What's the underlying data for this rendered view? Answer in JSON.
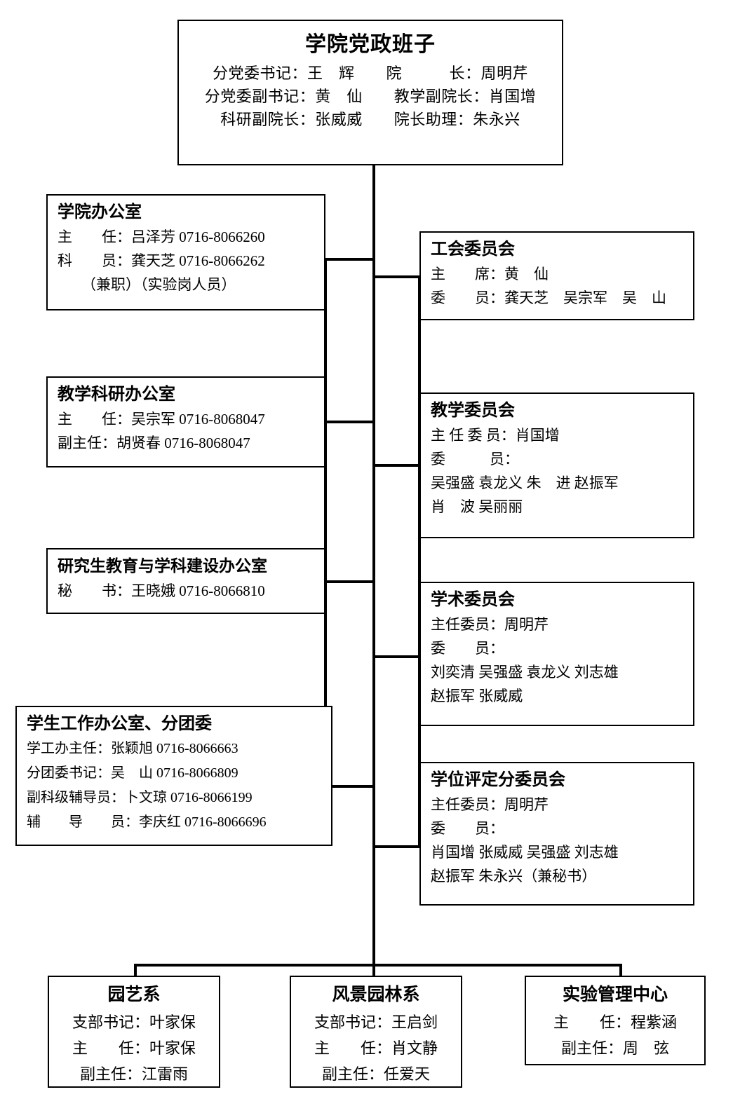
{
  "chart_title": "学院党政班子",
  "root": {
    "title": "学院党政班子",
    "lines": [
      "分党委书记：王　辉　　院　　　长：周明芹",
      "分党委副书记：黄　仙　　教学副院长：肖国增",
      "科研副院长：张威威　　院长助理：朱永兴"
    ]
  },
  "left_boxes": [
    {
      "title": "学院办公室",
      "lines": [
        "主　　任：吕泽芳 0716-8066260",
        "科　　员：龚天芝 0716-8066262",
        "（兼职）（实验岗人员）"
      ]
    },
    {
      "title": "教学科研办公室",
      "lines": [
        "主　　任：吴宗军 0716-8068047",
        "副主任：胡贤春 0716-8068047"
      ]
    },
    {
      "title": "研究生教育与学科建设办公室",
      "lines": [
        "秘　　书：王晓娥 0716-8066810"
      ]
    },
    {
      "title": "学生工作办公室、分团委",
      "lines": [
        "学工办主任：张颖旭 0716-8066663",
        "分团委书记：吴　山 0716-8066809",
        "副科级辅导员：卜文琼 0716-8066199",
        "辅　　导　　员：李庆红 0716-8066696"
      ]
    }
  ],
  "right_boxes": [
    {
      "title": "工会委员会",
      "lines": [
        "主　　席：黄　仙",
        "委　　员：龚天芝　吴宗军　吴　山"
      ]
    },
    {
      "title": "教学委员会",
      "lines": [
        "主 任 委 员：肖国增",
        "委　　　员：",
        "吴强盛 袁龙义 朱　进 赵振军",
        "肖　波 吴丽丽"
      ]
    },
    {
      "title": "学术委员会",
      "lines": [
        "主任委员：周明芹",
        "委　　员：",
        "刘奕清 吴强盛 袁龙义 刘志雄",
        "赵振军 张威威"
      ]
    },
    {
      "title": "学位评定分委员会",
      "lines": [
        "主任委员：周明芹",
        "委　　员：",
        "肖国增 张威威 吴强盛 刘志雄",
        "赵振军 朱永兴（兼秘书）"
      ]
    }
  ],
  "bottom_boxes": [
    {
      "title": "园艺系",
      "lines": [
        "支部书记：叶家保",
        "主　　任：叶家保",
        "副主任：江雷雨"
      ]
    },
    {
      "title": "风景园林系",
      "lines": [
        "支部书记：王启剑",
        "主　　任：肖文静",
        "副主任：任爱天"
      ]
    },
    {
      "title": "实验管理中心",
      "lines": [
        "主　　任：程紫涵",
        "副主任：周　弦"
      ]
    }
  ],
  "colors": {
    "line": "#000000",
    "background": "#ffffff",
    "text": "#000000"
  }
}
